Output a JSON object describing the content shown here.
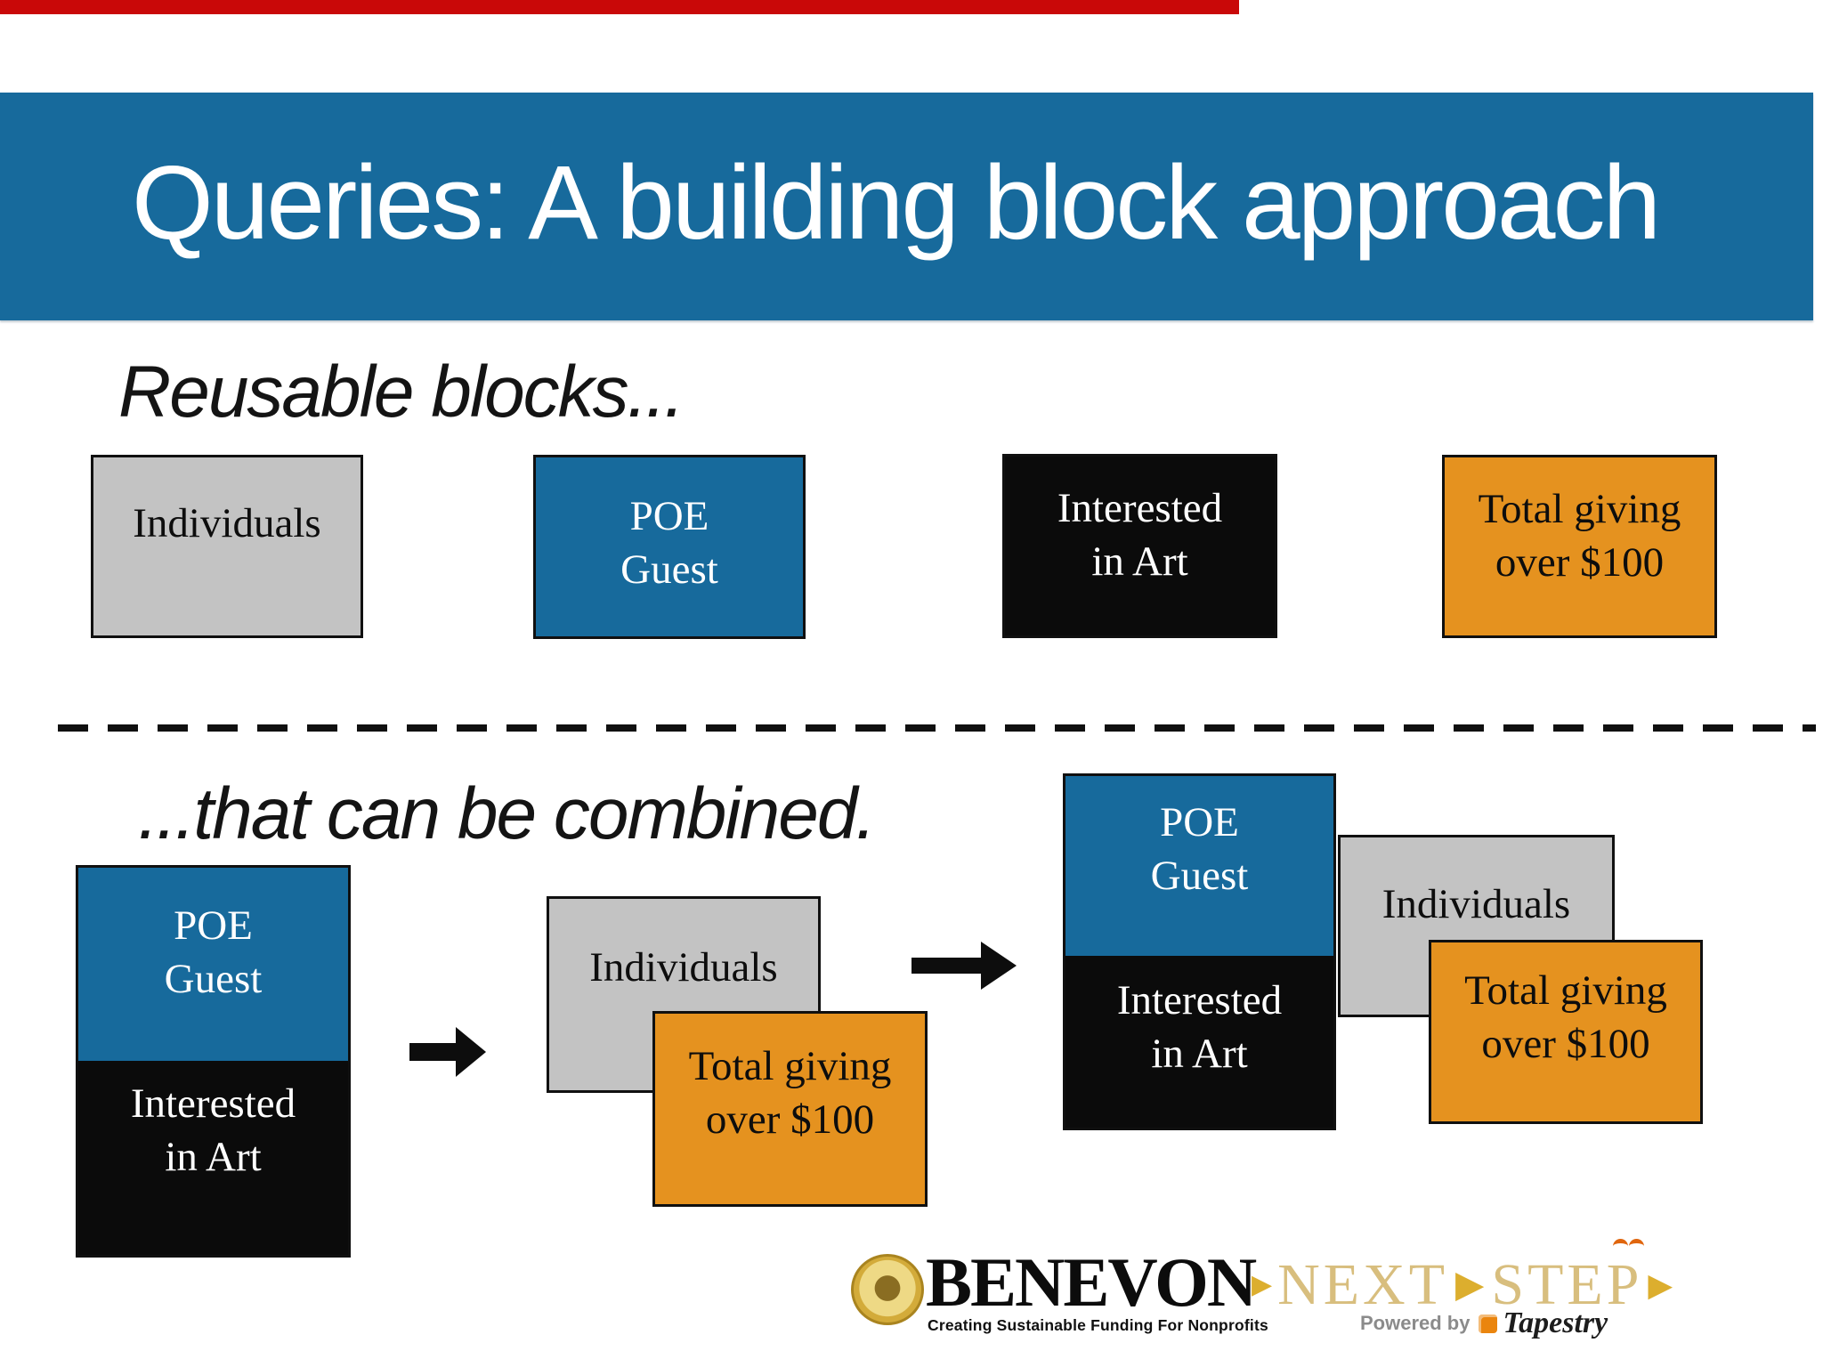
{
  "header": {
    "title": "Queries: A building block approach",
    "bg_color": "#176a9c",
    "top_bar_color": "#c90808"
  },
  "sections": {
    "reusable_label": "Reusable blocks...",
    "combined_label": "...that can be combined."
  },
  "palette": {
    "gray": "#c3c3c3",
    "blue": "#176a9c",
    "black": "#0b0b0b",
    "orange": "#e5921f",
    "border": "#101010"
  },
  "labels": {
    "individuals": [
      "Individuals"
    ],
    "poe_guest": [
      "POE",
      "Guest"
    ],
    "interested_art": [
      "Interested",
      "in Art"
    ],
    "total_giving": [
      "Total giving",
      "over $100"
    ]
  },
  "icons": {
    "right_arrow": "▶"
  },
  "footer": {
    "benevon": "BENEVON",
    "tagline": "Creating Sustainable Funding For Nonprofits",
    "next": "NEXT",
    "step": "STEP",
    "powered_by": "Powered by",
    "tapestry": "Tapestry"
  }
}
